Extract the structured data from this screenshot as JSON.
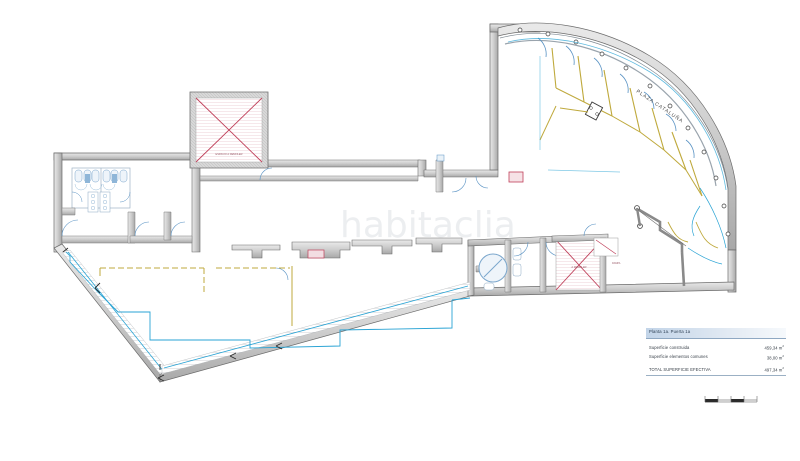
{
  "watermark": {
    "text": "habitaclia"
  },
  "plan": {
    "title_label": "PLAZA CATALUÑA",
    "room_label_top": "",
    "colors": {
      "wall_fill": "#d6d6d6",
      "wall_stroke": "#5a5a5a",
      "glazing_blue": "#29a3d4",
      "window_olive": "#bfa93c",
      "demolition_red": "#c0405a",
      "hatch_gray": "#b9bcc0",
      "fixture_blue": "#8fb6d8",
      "stair_blue": "#7aa6cc"
    }
  },
  "legend": {
    "header": "Planta 1a. Puerta 1a",
    "rows": [
      {
        "label": "Superficie construida",
        "value": "459,34 m",
        "unit": "2"
      },
      {
        "label": "Superficie elementos comunes",
        "value": "38,00 m",
        "unit": "2"
      }
    ],
    "total": {
      "label": "TOTAL SUPERFICIE EFECTIVA",
      "value": "497,34 m",
      "unit": "2"
    }
  },
  "scale_bar": {
    "segments": 4,
    "label": ""
  }
}
